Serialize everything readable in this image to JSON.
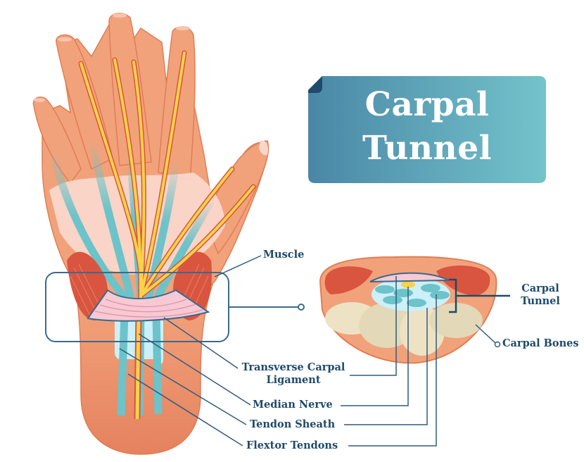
{
  "title": {
    "line1": "Carpal",
    "line2": "Tunnel"
  },
  "labels": {
    "muscle": "Muscle",
    "carpal_tunnel_line1": "Carpal",
    "carpal_tunnel_line2": "Tunnel",
    "carpal_bones": "Carpal Bones",
    "transverse_carpal_ligament_line1": "Transverse Carpal",
    "transverse_carpal_ligament_line2": "Ligament",
    "median_nerve": "Median Nerve",
    "tendon_sheath": "Tendon Sheath",
    "flexor_tendons": "Flextor Tendons"
  },
  "colors": {
    "skin": "#f2a27a",
    "skin_outline": "#e07d55",
    "skin_dark": "#e5825f",
    "muscle": "#d9553f",
    "nerve": "#f7d24a",
    "nerve_outline": "#d9553f",
    "tendon": "#6cc3c9",
    "sheath": "#cdeff7",
    "ligament": "#f6c9d3",
    "bone": "#ede3c4",
    "leader_line": "#2f5d7e",
    "label_text": "#1e4a6b",
    "banner_start": "#4a87a6",
    "banner_end": "#74c3cb",
    "banner_fold": "#1e4a6b"
  }
}
